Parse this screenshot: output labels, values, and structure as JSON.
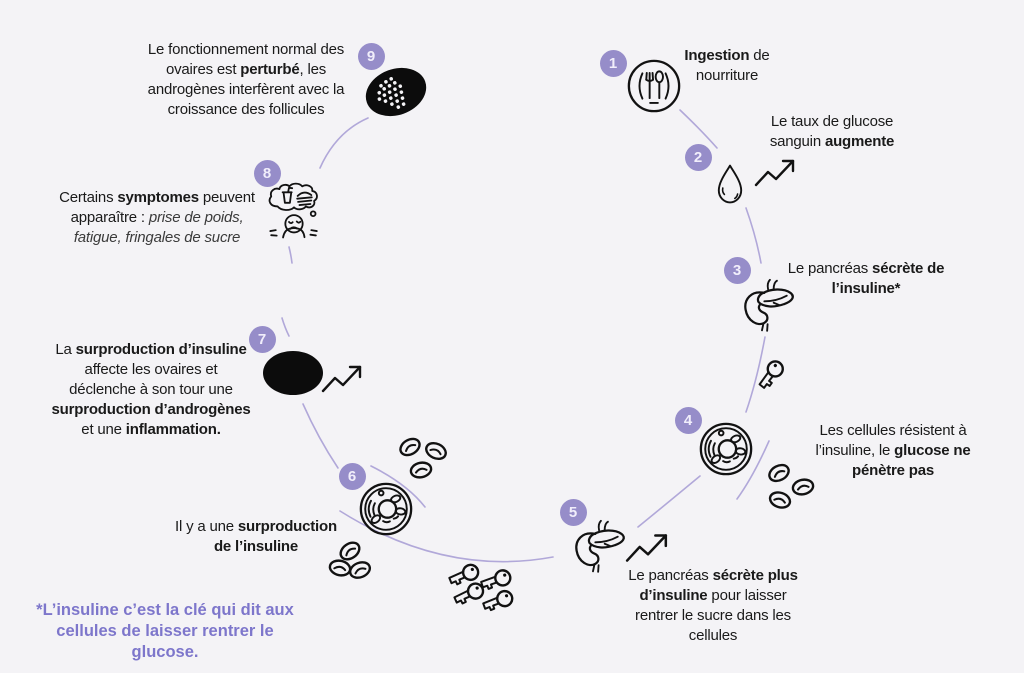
{
  "palette": {
    "background": "#f4f3f6",
    "badge": "#968dc9",
    "badge_number": "#f1eefb",
    "arc": "#b1a8d9",
    "ink": "#1a1a1a",
    "accent_text": "#7d76cb",
    "icon_stroke": "#121212",
    "icon_fill": "#0c0c0c"
  },
  "icons": {
    "step1": "meal-plate-icon",
    "step2": "blood-drop-icon",
    "step3": "pancreas-icon",
    "step4": "cell-icon",
    "step5": "pancreas-icon",
    "step6": "cell-icon",
    "step7": "ovary-filled-icon",
    "step8": "sad-face-thought-bubble-icon",
    "step9": "ovary-follicles-icon",
    "arrow": "trend-up-arrow-icon",
    "key": "insulin-key-icon",
    "blood_cell": "red-blood-cell-icon"
  },
  "steps": [
    {
      "number": "1",
      "segments": [
        {
          "text": "Ingestion",
          "style": "bold"
        },
        {
          "text": " de nourriture",
          "style": "regular"
        }
      ]
    },
    {
      "number": "2",
      "segments": [
        {
          "text": "Le taux de glucose sanguin ",
          "style": "regular"
        },
        {
          "text": "augmente",
          "style": "bold"
        }
      ]
    },
    {
      "number": "3",
      "segments": [
        {
          "text": "Le pancréas ",
          "style": "regular"
        },
        {
          "text": "sécrète de l’insuline*",
          "style": "bold"
        }
      ]
    },
    {
      "number": "4",
      "segments": [
        {
          "text": "Les cellules résistent à l’insuline, le ",
          "style": "regular"
        },
        {
          "text": "glucose ne pénètre pas",
          "style": "bold"
        }
      ]
    },
    {
      "number": "5",
      "segments": [
        {
          "text": "Le pancréas ",
          "style": "regular"
        },
        {
          "text": "sécrète plus d’insuline",
          "style": "bold"
        },
        {
          "text": " pour laisser rentrer le sucre dans les cellules",
          "style": "regular"
        }
      ]
    },
    {
      "number": "6",
      "segments": [
        {
          "text": "Il y a une ",
          "style": "regular"
        },
        {
          "text": "surproduction de l’insuline",
          "style": "bold"
        }
      ]
    },
    {
      "number": "7",
      "segments": [
        {
          "text": "La ",
          "style": "regular"
        },
        {
          "text": "surproduction d’insuline",
          "style": "bold"
        },
        {
          "text": " affecte les ovaires et déclenche à son tour une ",
          "style": "regular"
        },
        {
          "text": "surproduction d’androgènes",
          "style": "bold"
        },
        {
          "text": " et une ",
          "style": "regular"
        },
        {
          "text": "inflammation.",
          "style": "bold"
        }
      ]
    },
    {
      "number": "8",
      "segments": [
        {
          "text": "Certains ",
          "style": "regular"
        },
        {
          "text": "symptomes",
          "style": "bold"
        },
        {
          "text": " peuvent apparaître : ",
          "style": "regular"
        },
        {
          "text": "prise de poids, fatigue, fringales de sucre",
          "style": "italic"
        }
      ]
    },
    {
      "number": "9",
      "segments": [
        {
          "text": "Le fonctionnement normal des ovaires est ",
          "style": "regular"
        },
        {
          "text": "perturbé",
          "style": "bold"
        },
        {
          "text": ", les androgènes interfèrent avec la croissance des follicules",
          "style": "regular"
        }
      ]
    }
  ],
  "footnote": {
    "text": "*L’insuline c’est la clé qui dit aux cellules de laisser rentrer le glucose."
  }
}
